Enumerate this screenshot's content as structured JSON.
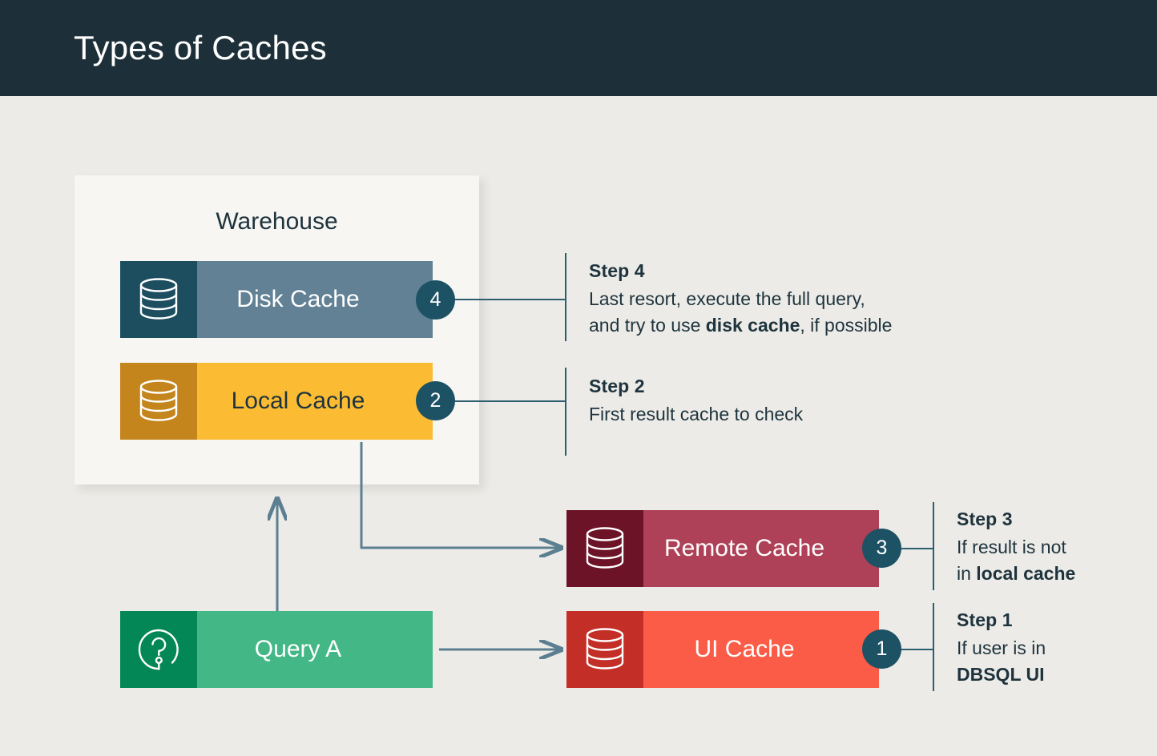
{
  "header": {
    "title": "Types of Caches"
  },
  "colors": {
    "page_background": "#ecebe7",
    "header_background": "#1d3039",
    "panel_background": "#f7f6f2",
    "badge": "#1d5265",
    "connector": "#2c5d70",
    "arrow": "#5b7f91",
    "text": "#1e333d",
    "disk_cache_icon": "#1d4e5f",
    "disk_cache_body": "#628195",
    "local_cache_icon": "#c4851c",
    "local_cache_body": "#fbbc34",
    "remote_cache_icon": "#6d1327",
    "remote_cache_body": "#ae4157",
    "ui_cache_icon": "#c32e26",
    "ui_cache_body": "#fb5c48",
    "query_icon": "#048757",
    "query_body": "#43b785"
  },
  "warehouse": {
    "title": "Warehouse",
    "caches": [
      {
        "label": "Disk Cache",
        "badge": "4",
        "icon": "database-icon"
      },
      {
        "label": "Local Cache",
        "badge": "2",
        "icon": "database-icon"
      }
    ]
  },
  "external": {
    "caches": [
      {
        "label": "Remote Cache",
        "badge": "3",
        "icon": "database-icon"
      },
      {
        "label": "UI Cache",
        "badge": "1",
        "icon": "database-icon"
      }
    ]
  },
  "query": {
    "label": "Query A",
    "icon": "question-mark-circle-icon"
  },
  "steps": [
    {
      "heading": "Step 1",
      "line1": "If user is in",
      "line2_bold": "DBSQL UI",
      "target": "UI Cache"
    },
    {
      "heading": "Step 2",
      "line1": "First result cache to check",
      "target": "Local Cache"
    },
    {
      "heading": "Step 3",
      "line1": "If result is not",
      "line2_pre": "in ",
      "line2_bold": "local cache",
      "target": "Remote Cache"
    },
    {
      "heading": "Step 4",
      "line1": "Last resort, execute the full query,",
      "line2_pre": "and try to use ",
      "line2_bold": "disk cache",
      "line2_post": ", if possible",
      "target": "Disk Cache"
    }
  ]
}
